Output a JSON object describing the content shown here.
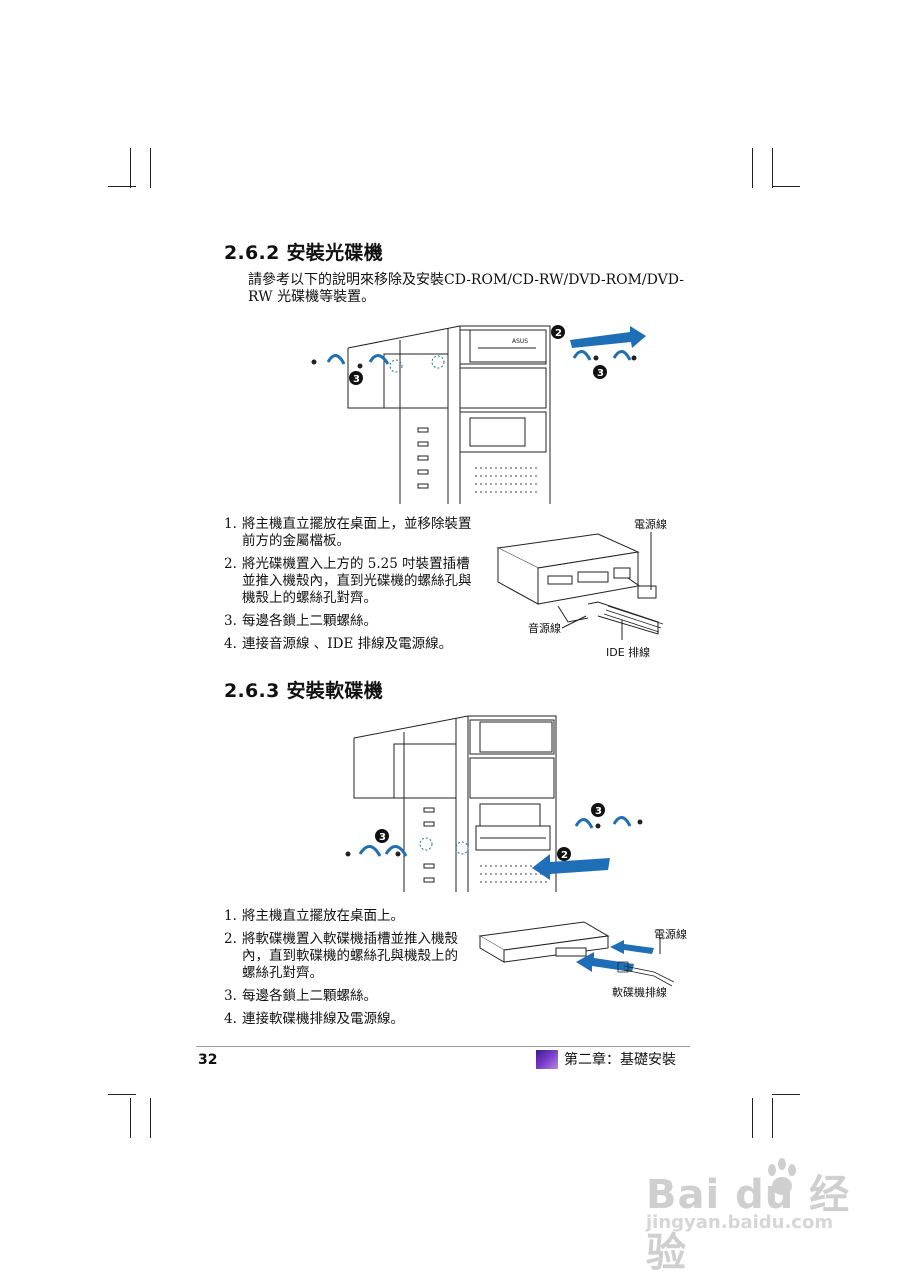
{
  "section_1": {
    "heading": "2.6.2 安裝光碟機",
    "intro": "請參考以下的說明來移除及安裝CD-ROM/CD-RW/DVD-ROM/DVD-RW 光碟機等裝置。",
    "markers": [
      "2",
      "3",
      "3"
    ],
    "drive_label": "ASUS",
    "steps": [
      {
        "num": "1.",
        "text": "將主機直立擺放在桌面上，並移除裝置前方的金屬檔板。"
      },
      {
        "num": "2.",
        "text": "將光碟機置入上方的 5.25 吋裝置插槽並推入機殼內，直到光碟機的螺絲孔與機殼上的螺絲孔對齊。"
      },
      {
        "num": "3.",
        "text": "每邊各鎖上二顆螺絲。"
      },
      {
        "num": "4.",
        "text": "連接音源線 、IDE 排線及電源線。"
      }
    ],
    "cable_labels": {
      "power": "電源線",
      "audio": "音源線",
      "ide": "IDE 排線"
    }
  },
  "section_2": {
    "heading": "2.6.3 安裝軟碟機",
    "markers": [
      "3",
      "3",
      "2"
    ],
    "steps": [
      {
        "num": "1.",
        "text": "將主機直立擺放在桌面上。"
      },
      {
        "num": "2.",
        "text": "將軟碟機置入軟碟機插槽並推入機殼內，直到軟碟機的螺絲孔與機殼上的螺絲孔對齊。"
      },
      {
        "num": "3.",
        "text": "每邊各鎖上二顆螺絲。"
      },
      {
        "num": "4.",
        "text": "連接軟碟機排線及電源線。"
      }
    ],
    "cable_labels": {
      "power": "電源線",
      "floppy": "軟碟機排線"
    }
  },
  "footer": {
    "page_number": "32",
    "chapter": "第二章：基礎安裝",
    "chapter_color": "#5a2db0"
  },
  "watermark": {
    "brand": "Bai du 经验",
    "url": "jingyan.baidu.com"
  },
  "colors": {
    "arrow": "#1e6fb8",
    "marker": "#111111"
  }
}
